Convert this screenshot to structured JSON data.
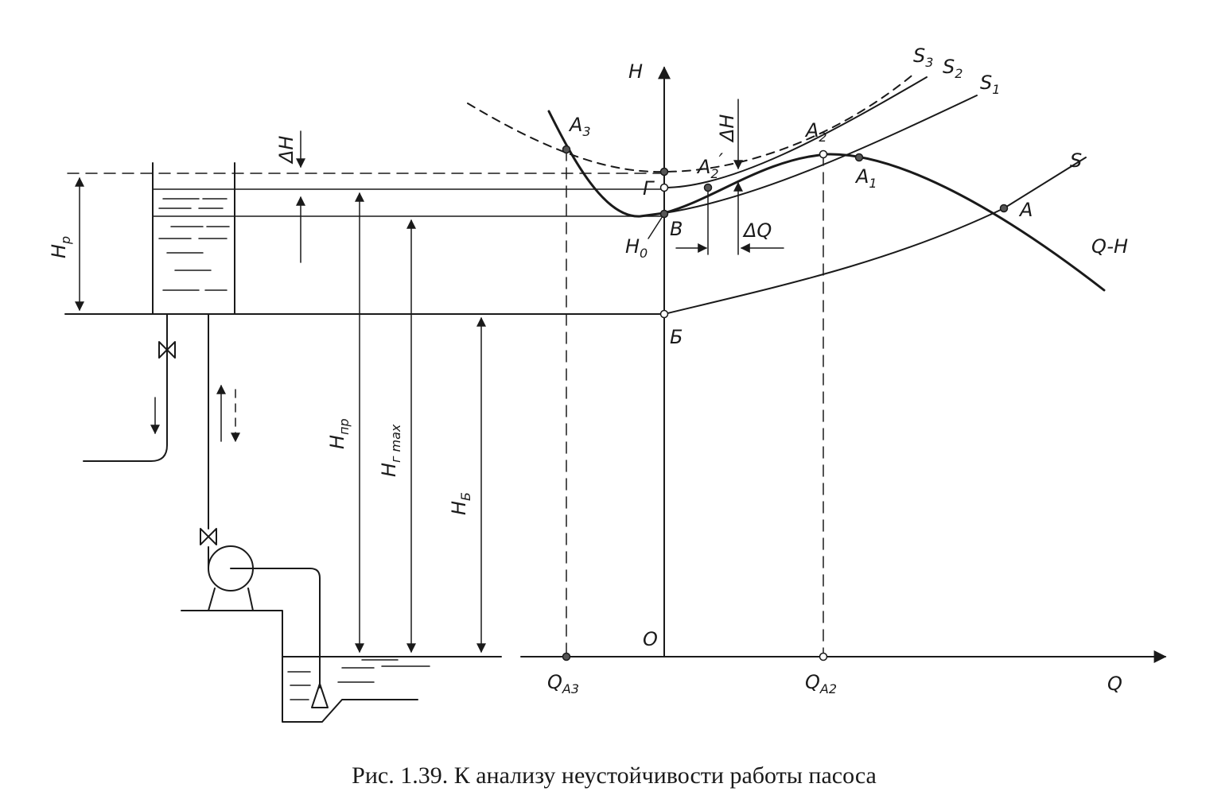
{
  "labels": {
    "H_axis": "H",
    "Q_axis": "Q",
    "origin": "O",
    "S": "S",
    "S1": "S",
    "S1_sub": "1",
    "S2": "S",
    "S2_sub": "2",
    "S3": "S",
    "S3_sub": "3",
    "A": "A",
    "A1": "A",
    "A1_sub": "1",
    "A2": "A",
    "A2_sub": "2",
    "A2p": "A",
    "A2p_sub": "2",
    "A2p_prime": "′",
    "A3": "A",
    "A3_sub": "3",
    "B": "В",
    "G": "Г",
    "Bb": "Б",
    "H0": "H",
    "H0_sub": "0",
    "QH": "Q-H",
    "dH_left": "ΔH",
    "dH_mid": "ΔH",
    "dQ": "ΔQ",
    "Hp": "H",
    "Hp_sub": "p",
    "Hpr": "H",
    "Hpr_sub": "пр",
    "Hgmax": "H",
    "Hgmax_sub": "г max",
    "HB": "H",
    "HB_sub": "Б",
    "QA3": "Q",
    "QA3_sub": "A3",
    "QA2": "Q",
    "QA2_sub": "A2"
  },
  "caption": "Рис. 1.39. К анализу неустойчивости работы пасоса"
}
